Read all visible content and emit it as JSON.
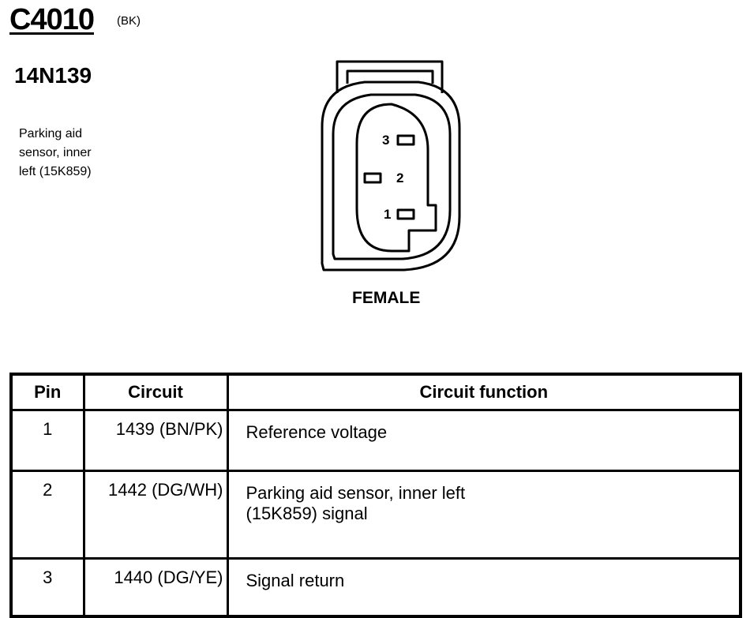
{
  "header": {
    "connector_id": "C4010",
    "color_code": "(BK)",
    "part_number": "14N139",
    "description": [
      "Parking aid",
      "sensor, inner",
      "left (15K859)"
    ]
  },
  "connector_view": {
    "pins": [
      {
        "number": "3"
      },
      {
        "number": "2"
      },
      {
        "number": "1"
      }
    ],
    "gender": "FEMALE"
  },
  "pin_table": {
    "headers": {
      "pin": "Pin",
      "circuit": "Circuit",
      "function": "Circuit function"
    },
    "rows": [
      {
        "pin": "1",
        "circuit": "1439 (BN/PK)",
        "function": [
          "Reference voltage"
        ]
      },
      {
        "pin": "2",
        "circuit": "1442 (DG/WH)",
        "function": [
          "Parking aid sensor, inner left",
          "(15K859) signal"
        ]
      },
      {
        "pin": "3",
        "circuit": "1440 (DG/YE)",
        "function": [
          "Signal return"
        ]
      }
    ]
  },
  "colors": {
    "ink": "#000000",
    "paper": "#ffffff"
  }
}
